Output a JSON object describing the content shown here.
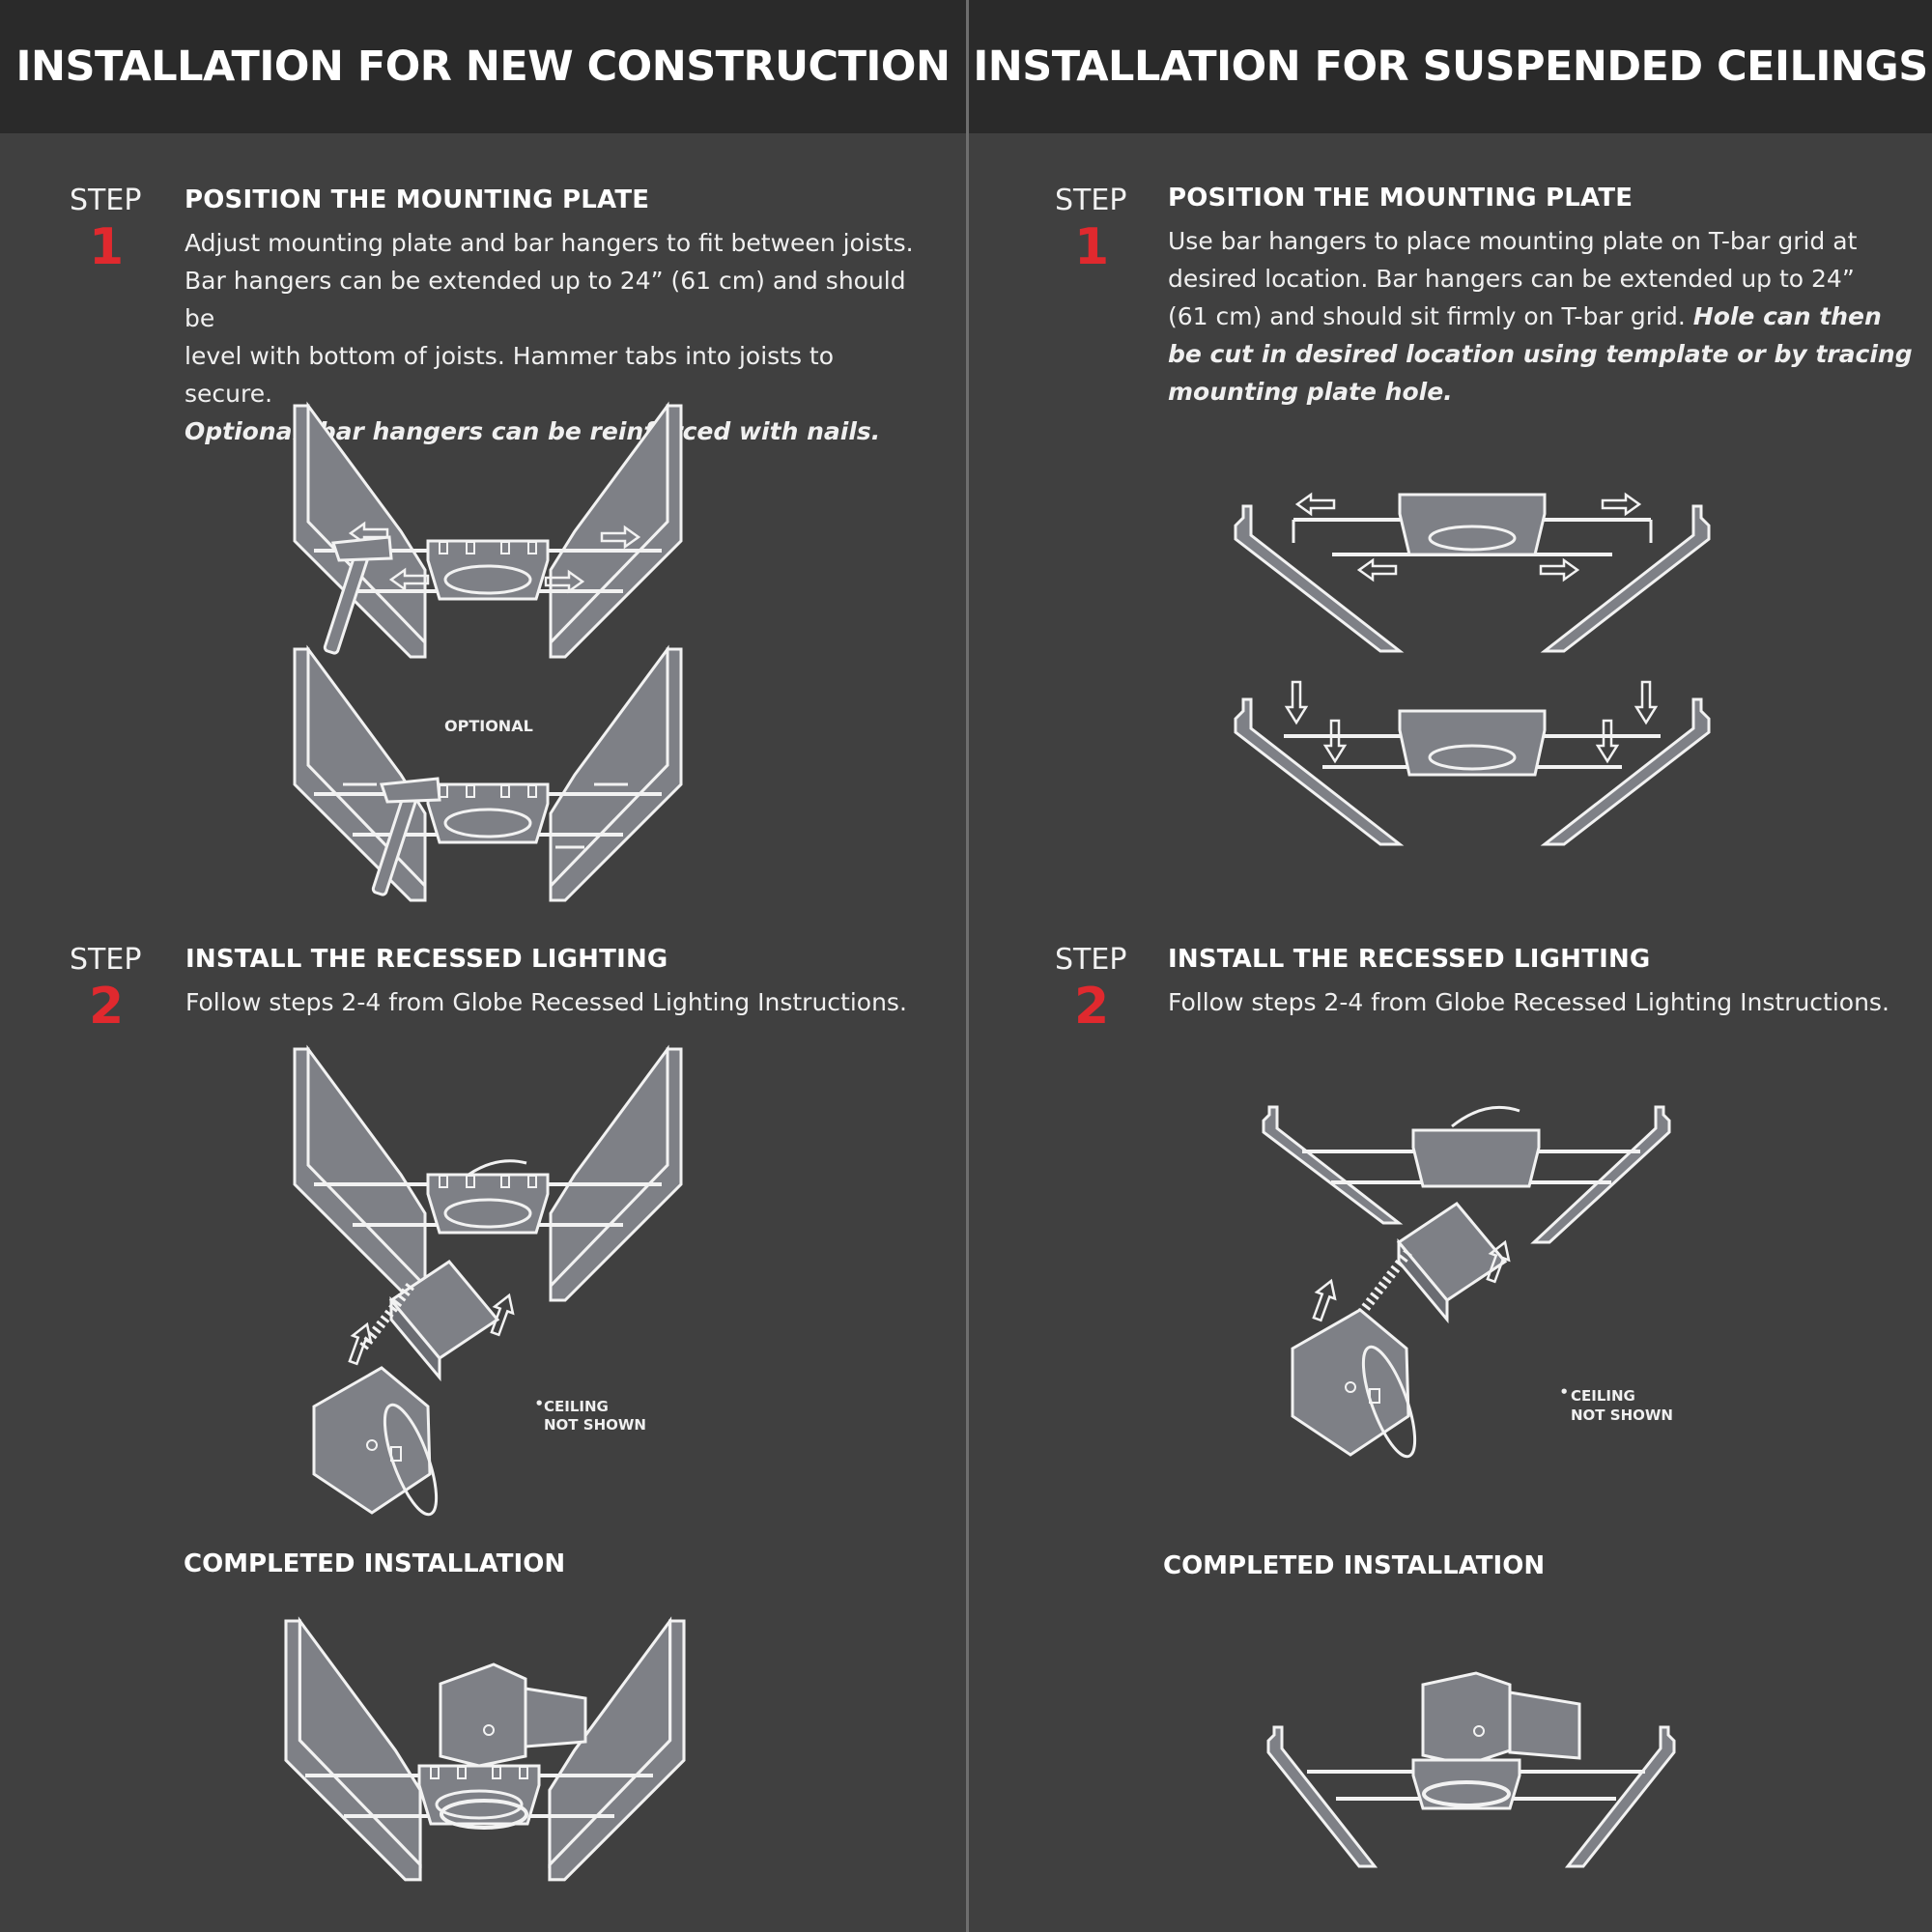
{
  "left": {
    "header": "INSTALLATION FOR NEW CONSTRUCTION",
    "step1": {
      "word": "STEP",
      "number": "1",
      "title": "POSITION THE MOUNTING PLATE",
      "lines": [
        "Adjust mounting plate and bar hangers to fit between joists.",
        "Bar hangers can be extended up to 24” (61 cm) and should be",
        "level with bottom of joists. Hammer tabs into joists to secure."
      ],
      "italic": "Optional: bar hangers can be reinforced with nails.",
      "optional_label": "OPTIONAL"
    },
    "step2": {
      "word": "STEP",
      "number": "2",
      "title": "INSTALL THE RECESSED LIGHTING",
      "body": "Follow steps 2-4 from Globe Recessed Lighting Instructions.",
      "note_line1": "CEILING",
      "note_line2": "NOT SHOWN"
    },
    "completed": "COMPLETED INSTALLATION"
  },
  "right": {
    "header": "INSTALLATION FOR SUSPENDED CEILINGS",
    "step1": {
      "word": "STEP",
      "number": "1",
      "title": "POSITION THE MOUNTING PLATE",
      "lines": [
        "Use bar hangers to place mounting plate on T-bar grid at",
        "desired location. Bar hangers can be extended up to 24”"
      ],
      "line3_plain": "(61 cm) and should sit firmly on T-bar grid. ",
      "line3_italic": "Hole can then",
      "italic_lines": [
        "be cut in desired location using template or by tracing",
        "mounting plate hole."
      ]
    },
    "step2": {
      "word": "STEP",
      "number": "2",
      "title": "INSTALL THE RECESSED LIGHTING",
      "body": "Follow steps 2-4 from Globe Recessed Lighting Instructions.",
      "note_line1": "CEILING",
      "note_line2": "NOT SHOWN"
    },
    "completed": "COMPLETED INSTALLATION"
  },
  "colors": {
    "background": "#404040",
    "header_background": "#2a2a2a",
    "step_number": "#e0292e",
    "illustration_fill": "#7e8086",
    "illustration_stroke": "#f2f2f2"
  }
}
